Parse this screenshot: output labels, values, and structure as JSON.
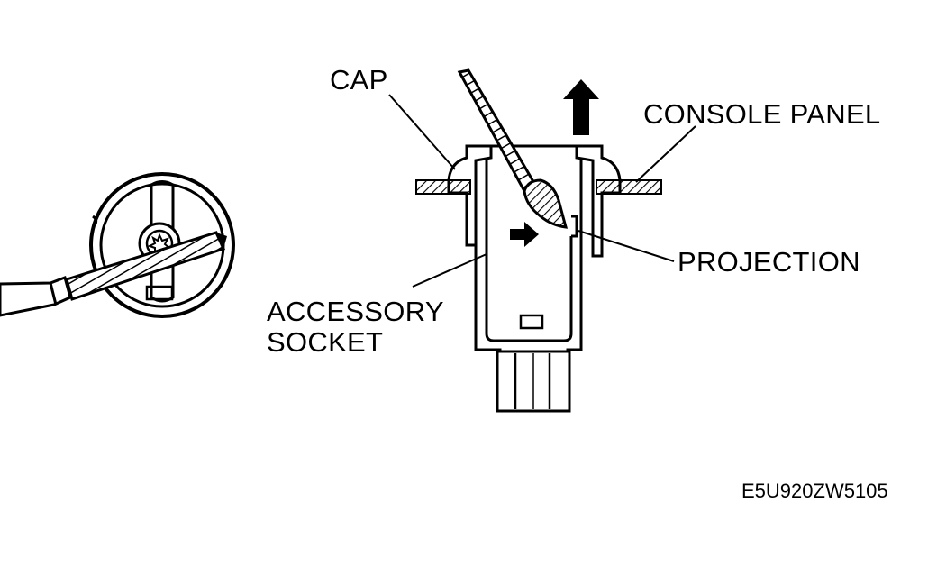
{
  "labels": {
    "cap": "CAP",
    "console_panel": "CONSOLE PANEL",
    "projection": "PROJECTION",
    "accessory_socket_line1": "ACCESSORY",
    "accessory_socket_line2": "SOCKET"
  },
  "figure_code": "E5U920ZW5105",
  "colors": {
    "ink": "#000000",
    "paper": "#ffffff"
  }
}
